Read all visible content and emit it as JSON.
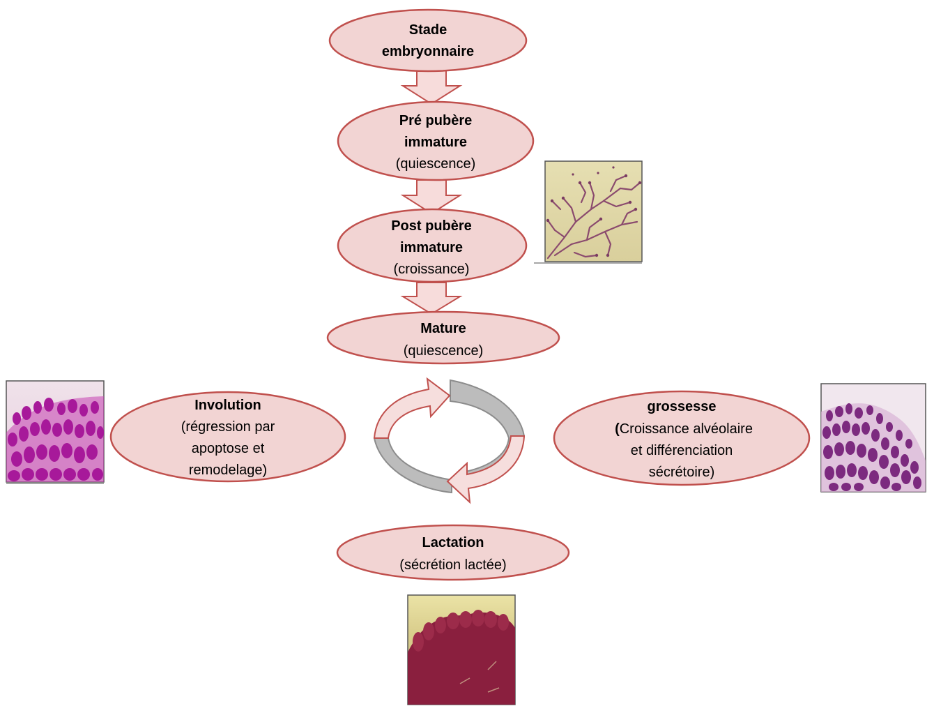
{
  "colors": {
    "node_fill": "#f2d4d3",
    "node_stroke": "#c0504d",
    "arrow_fill": "#f7dcdb",
    "arrow_stroke": "#c0504d",
    "cycle_light": "#f6dedd",
    "cycle_dark": "#bcbcbc"
  },
  "nodes": {
    "stade": {
      "title_1": "Stade",
      "title_2": "embryonnaire"
    },
    "prepubere": {
      "title_1": "Pré pubère",
      "title_2": "immature",
      "sub": "(quiescence)"
    },
    "postpubere": {
      "title_1": "Post pubère",
      "title_2": "immature",
      "sub": "(croissance)"
    },
    "mature": {
      "title": "Mature",
      "sub": "(quiescence)"
    },
    "involution": {
      "title": "Involution",
      "sub_1": "(régression par",
      "sub_2": "apoptose et",
      "sub_3": "remodelage)"
    },
    "grossesse": {
      "title": "grossesse",
      "paren": "(",
      "sub_1": "Croissance alvéolaire",
      "sub_2": "et différenciation",
      "sub_3": "sécrétoire)"
    },
    "lactation": {
      "title": "Lactation",
      "sub": "(sécrétion lactée)"
    }
  },
  "images": [
    {
      "name": "micrograph-postpubere",
      "description_icon": "branching-ducts-image"
    },
    {
      "name": "micrograph-involution",
      "description_icon": "involution-tissue-image"
    },
    {
      "name": "micrograph-grossesse",
      "description_icon": "pregnancy-tissue-image"
    },
    {
      "name": "micrograph-lactation",
      "description_icon": "lactation-tissue-image"
    }
  ]
}
